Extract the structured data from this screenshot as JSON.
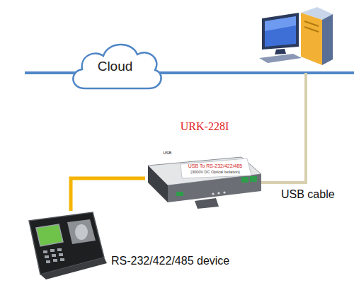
{
  "diagram": {
    "nodes": [
      {
        "text": [
          "Cloud"
        ]
      },
      {
        "text": [
          "URK-228I",
          "USB To RS-232/422/485",
          "(3000V DC Optical Isolation)"
        ]
      },
      {
        "text": [
          "RS-232/422/485 device"
        ]
      }
    ],
    "edges": [
      {
        "from": 2,
        "to": 1,
        "arrow": "none"
      }
    ],
    "labels": [
      "USB",
      "USB cable"
    ]
  }
}
